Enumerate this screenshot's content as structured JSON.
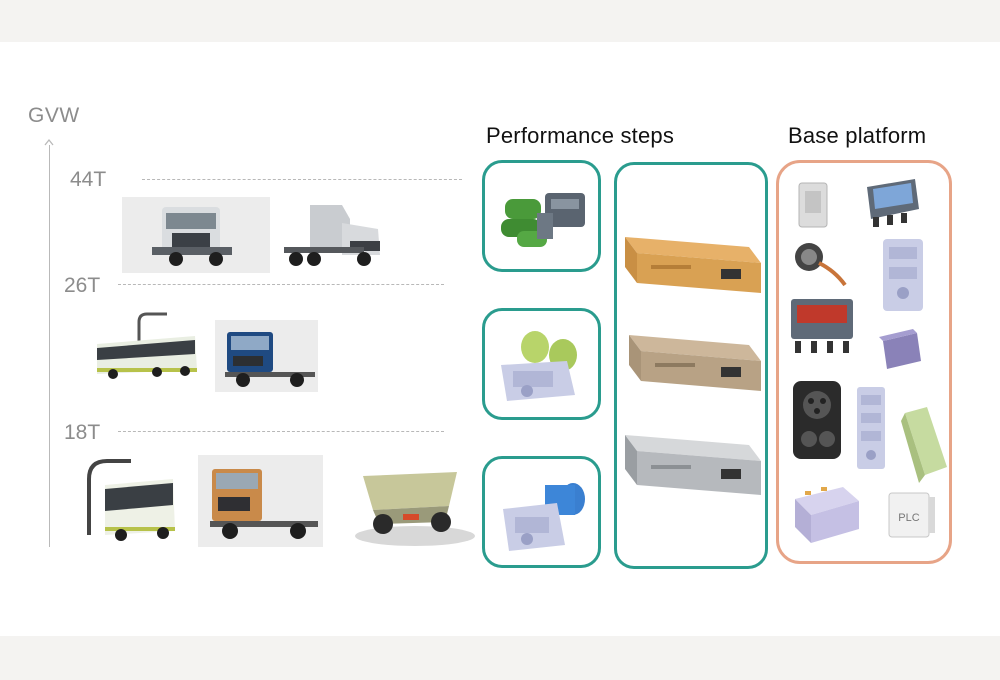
{
  "axis": {
    "label": "GVW",
    "ticks": [
      "44T",
      "26T",
      "18T"
    ]
  },
  "headings": {
    "performance": "Performance steps",
    "base": "Base platform"
  },
  "component_labels": {
    "plc": "PLC"
  },
  "colors": {
    "teal_border": "#2a9c8e",
    "orange_border": "#e7a487",
    "axis_gray": "#8c8c8c"
  },
  "icons": {
    "vehicles_44t": [
      "tractor-truck-icon",
      "long-haul-truck-icon"
    ],
    "vehicles_26t": [
      "articulated-electric-bus-icon",
      "heavy-truck-chassis-icon"
    ],
    "vehicles_18t": [
      "electric-bus-icon",
      "distribution-truck-icon",
      "autonomous-hauler-icon"
    ],
    "performance_motors": [
      "triple-motor-unit-icon",
      "dual-motor-unit-icon",
      "single-motor-unit-icon"
    ],
    "performance_batteries": [
      "battery-pack-orange-icon",
      "battery-pack-brown-icon",
      "battery-pack-gray-icon"
    ],
    "base_platform": [
      "control-card-icon",
      "display-module-icon",
      "charging-plug-icon",
      "inverter-module-icon",
      "controller-display-icon",
      "junction-box-icon",
      "charging-inlet-icon",
      "power-electronics-icon",
      "battery-module-icon",
      "battery-cell-stack-icon",
      "plc-box-icon"
    ]
  }
}
